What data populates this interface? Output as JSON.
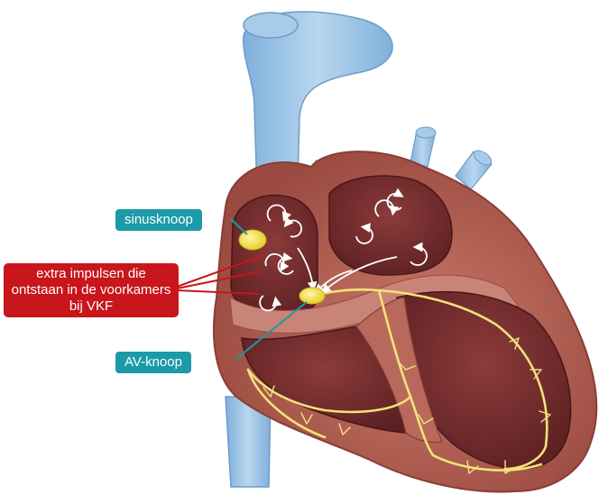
{
  "labels": {
    "sinus_node": "sinusknoop",
    "extra_impulses": "extra impulsen die ontstaan in de voorkamers bij VKF",
    "av_node": "AV-knoop"
  },
  "colors": {
    "label_teal": "#1b9aa8",
    "label_red": "#c8161c",
    "vessel_blue": "#9cc3e4",
    "heart_wall": "#b55a4f",
    "chamber_dark": "#6e2a2a",
    "conduction_yellow": "#f2e27a"
  }
}
